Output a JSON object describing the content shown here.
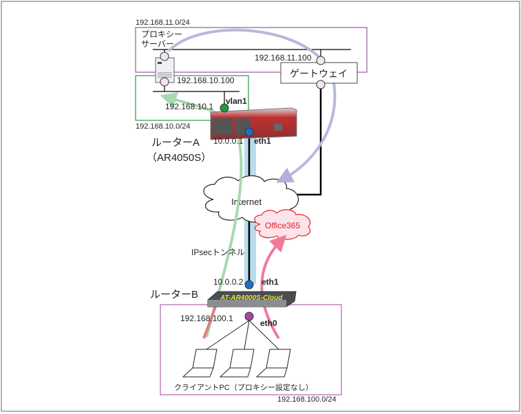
{
  "networks": {
    "net11": "192.168.11.0/24",
    "net10": "192.168.10.0/24",
    "net100": "192.168.100.0/24"
  },
  "proxy": {
    "line1": "プロキシー",
    "line2": "サーバー",
    "ip11": "192.168.10.100"
  },
  "gateway": {
    "label": "ゲートウェイ",
    "ip": "192.168.11.100"
  },
  "router_a": {
    "name": "ルーターA",
    "model": "（AR4050S）",
    "vlan_ip": "192.168.10.1",
    "vlan_if": "vlan1",
    "wan_ip": "10.0.0.1",
    "wan_if": "eth1"
  },
  "internet": {
    "label": "Internet"
  },
  "office365": {
    "label": "Office365"
  },
  "tunnel": {
    "label": "IPsecトンネル"
  },
  "router_b": {
    "name": "ルーターB",
    "device_label": "AT-AR4000S-Cloud",
    "wan_ip": "10.0.0.2",
    "wan_if": "eth1",
    "lan_ip": "192.168.100.1",
    "lan_if": "eth0"
  },
  "clients": {
    "label": "クライアントPC（プロキシー設定なし）"
  },
  "colors": {
    "net11": "#a050a0",
    "net10": "#2a9a4a",
    "net100": "#b060b0",
    "proxy_flow": "#b8b8dc",
    "green_flow": "#a8d8b0",
    "office_flow": "#f07a9a",
    "tunnel": "#b8dcee"
  }
}
